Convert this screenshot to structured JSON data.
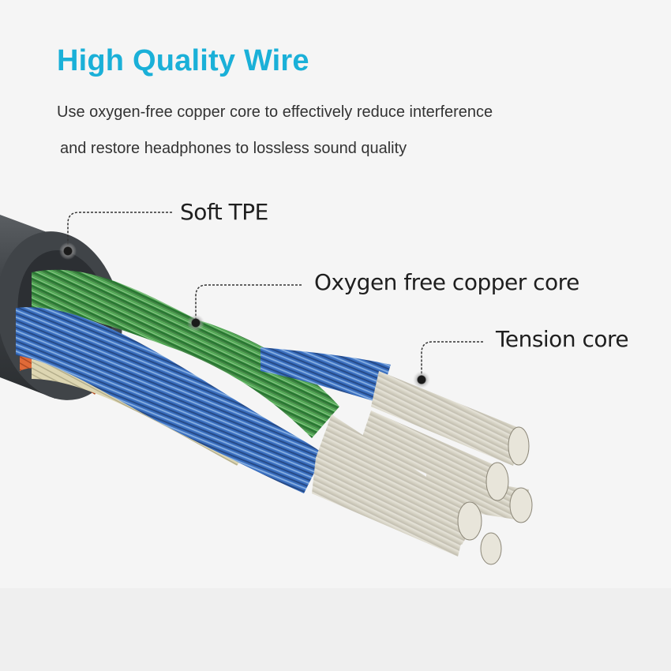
{
  "header": {
    "title": "High Quality Wire",
    "description_line1": "Use oxygen-free copper core to effectively reduce interference",
    "description_line2": "and restore headphones to lossless sound quality"
  },
  "callouts": [
    {
      "label": "Soft TPE"
    },
    {
      "label": "Oxygen free copper core"
    },
    {
      "label": "Tension core"
    }
  ],
  "colors": {
    "title": "#1ab0d8",
    "jacket": "#3d4145",
    "copper_green": "#3f9a44",
    "copper_blue": "#3a6fc0",
    "copper_orange": "#e06a38",
    "copper_cream": "#d9d2ae",
    "tension_core": "#e4e1d6",
    "callout_dot": "#1a1a1a"
  }
}
